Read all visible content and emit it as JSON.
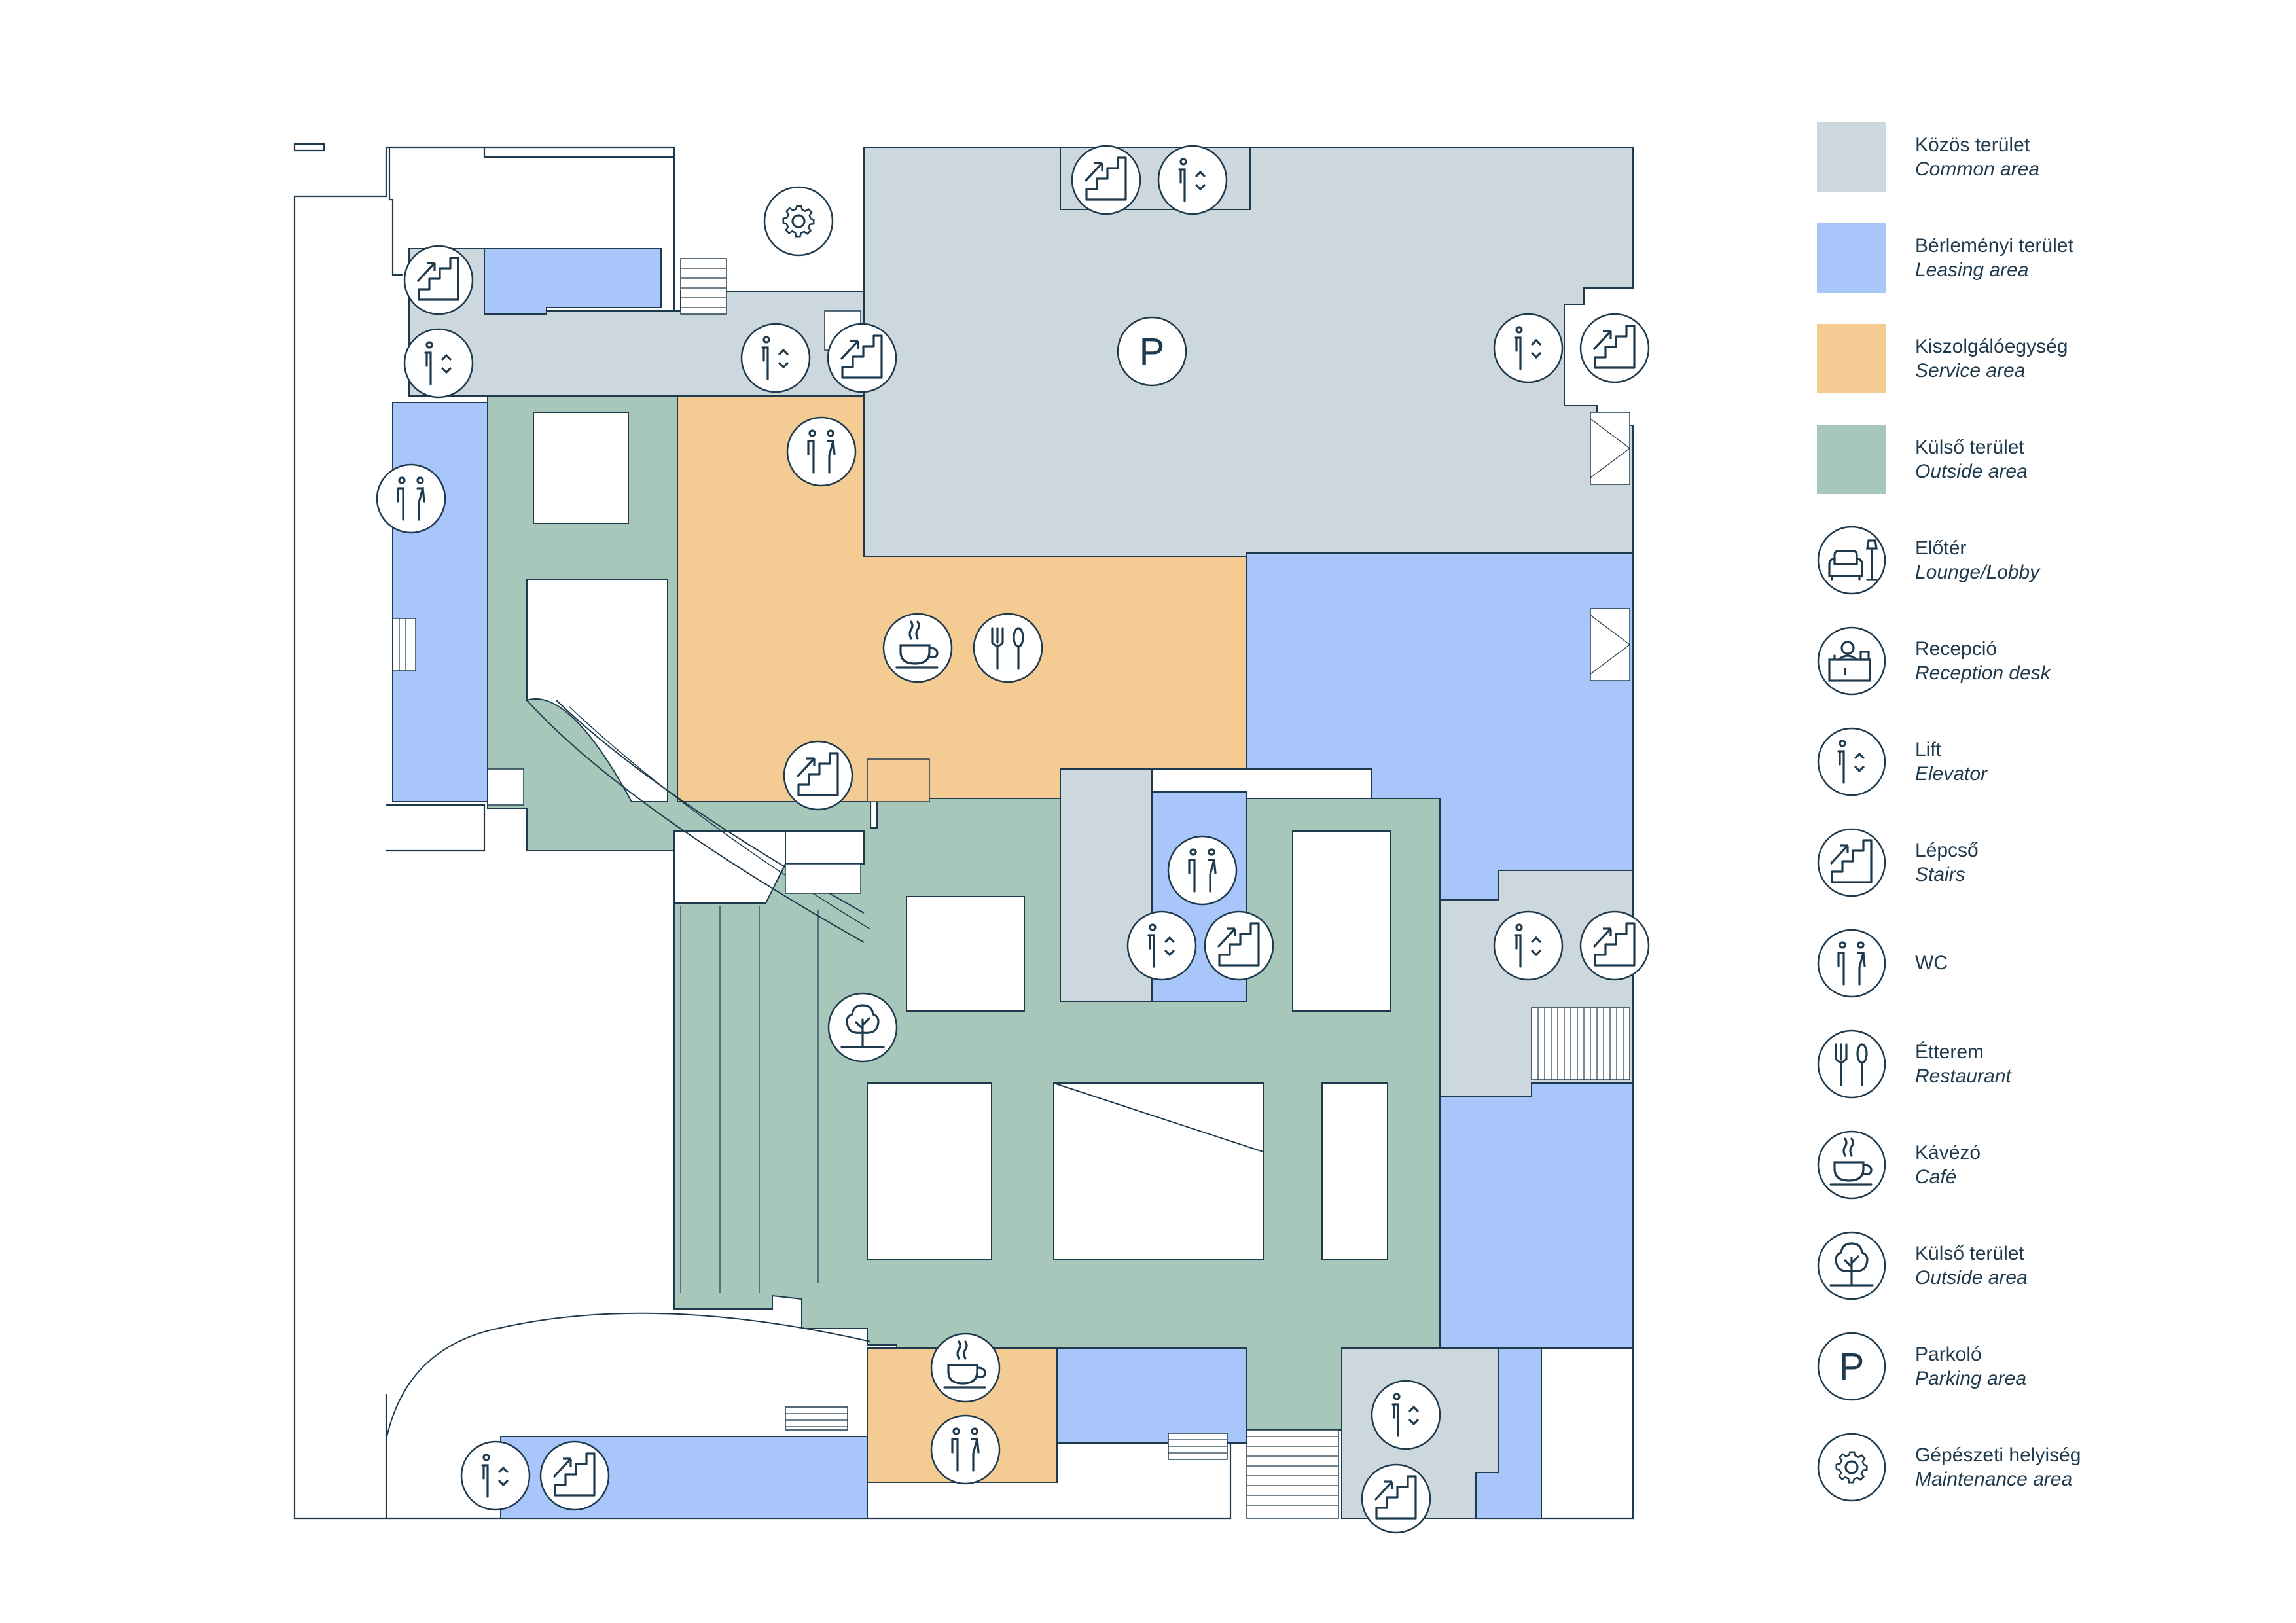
{
  "colors": {
    "common": "#cdd8de",
    "leasing": "#a9c6fa",
    "service": "#f4cb93",
    "outside": "#a7c7bb",
    "line": "#1f3a4d",
    "background": "#ffffff"
  },
  "legend": [
    {
      "kind": "swatch",
      "swatch": "common",
      "hu": "Közös terület",
      "en": "Common area"
    },
    {
      "kind": "swatch",
      "swatch": "leasing",
      "hu": "Bérleményi terület",
      "en": "Leasing area"
    },
    {
      "kind": "swatch",
      "swatch": "service",
      "hu": "Kiszolgálóegység",
      "en": "Service area"
    },
    {
      "kind": "swatch",
      "swatch": "outside",
      "hu": "Külső terület",
      "en": "Outside area"
    },
    {
      "kind": "icon",
      "icon": "lobby-icon",
      "hu": "Előtér",
      "en": "Lounge/Lobby"
    },
    {
      "kind": "icon",
      "icon": "reception-icon",
      "hu": "Recepció",
      "en": "Reception desk"
    },
    {
      "kind": "icon",
      "icon": "elevator-icon",
      "hu": "Lift",
      "en": "Elevator"
    },
    {
      "kind": "icon",
      "icon": "stairs-icon",
      "hu": "Lépcső",
      "en": "Stairs"
    },
    {
      "kind": "icon",
      "icon": "wc-icon",
      "hu": "WC",
      "en": ""
    },
    {
      "kind": "icon",
      "icon": "restaurant-icon",
      "hu": "Étterem",
      "en": "Restaurant"
    },
    {
      "kind": "icon",
      "icon": "cafe-icon",
      "hu": "Kávézó",
      "en": "Café"
    },
    {
      "kind": "icon",
      "icon": "tree-icon",
      "hu": "Külső terület",
      "en": "Outside area"
    },
    {
      "kind": "icon",
      "icon": "parking-icon",
      "hu": "Parkoló",
      "en": "Parking area"
    },
    {
      "kind": "icon",
      "icon": "gear-icon",
      "hu": "Gépészeti helyiség",
      "en": "Maintenance area"
    }
  ],
  "parking_symbol": "P"
}
